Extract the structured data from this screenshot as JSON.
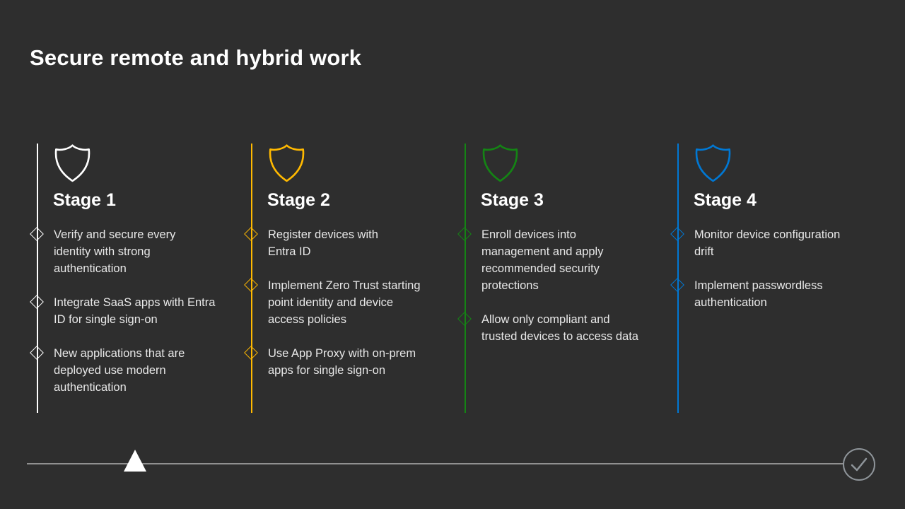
{
  "slide": {
    "title": "Secure remote and hybrid work",
    "background_color": "#2E2E2E",
    "stages": [
      {
        "label": "Stage 1",
        "color": "#FFFFFF",
        "icon": "shield-outline-icon",
        "items": [
          "Verify and secure every\nidentity with strong\nauthentication",
          "Integrate SaaS apps with Entra\nID for single sign-on",
          "New applications that are\ndeployed use modern\nauthentication"
        ]
      },
      {
        "label": "Stage 2",
        "color": "#FFB900",
        "icon": "shield-outline-icon",
        "items": [
          "Register devices with\nEntra ID",
          "Implement Zero Trust starting\npoint identity and device\naccess policies",
          "Use App Proxy with on-prem\napps for single sign-on"
        ]
      },
      {
        "label": "Stage 3",
        "color": "#148414",
        "icon": "shield-outline-icon",
        "items": [
          "Enroll devices into\nmanagement and apply\nrecommended security\nprotections",
          "Allow only compliant and\ntrusted devices to access data"
        ]
      },
      {
        "label": "Stage 4",
        "color": "#0078D4",
        "icon": "shield-outline-icon",
        "items": [
          "Monitor device configuration\ndrift",
          "Implement passwordless\nauthentication"
        ]
      }
    ],
    "progress": {
      "line_color": "#909090",
      "marker_icon": "triangle-up-icon",
      "marker_color": "#FFFFFF",
      "end_icon": "check-circle-icon",
      "end_icon_color": "#8E9499"
    }
  }
}
